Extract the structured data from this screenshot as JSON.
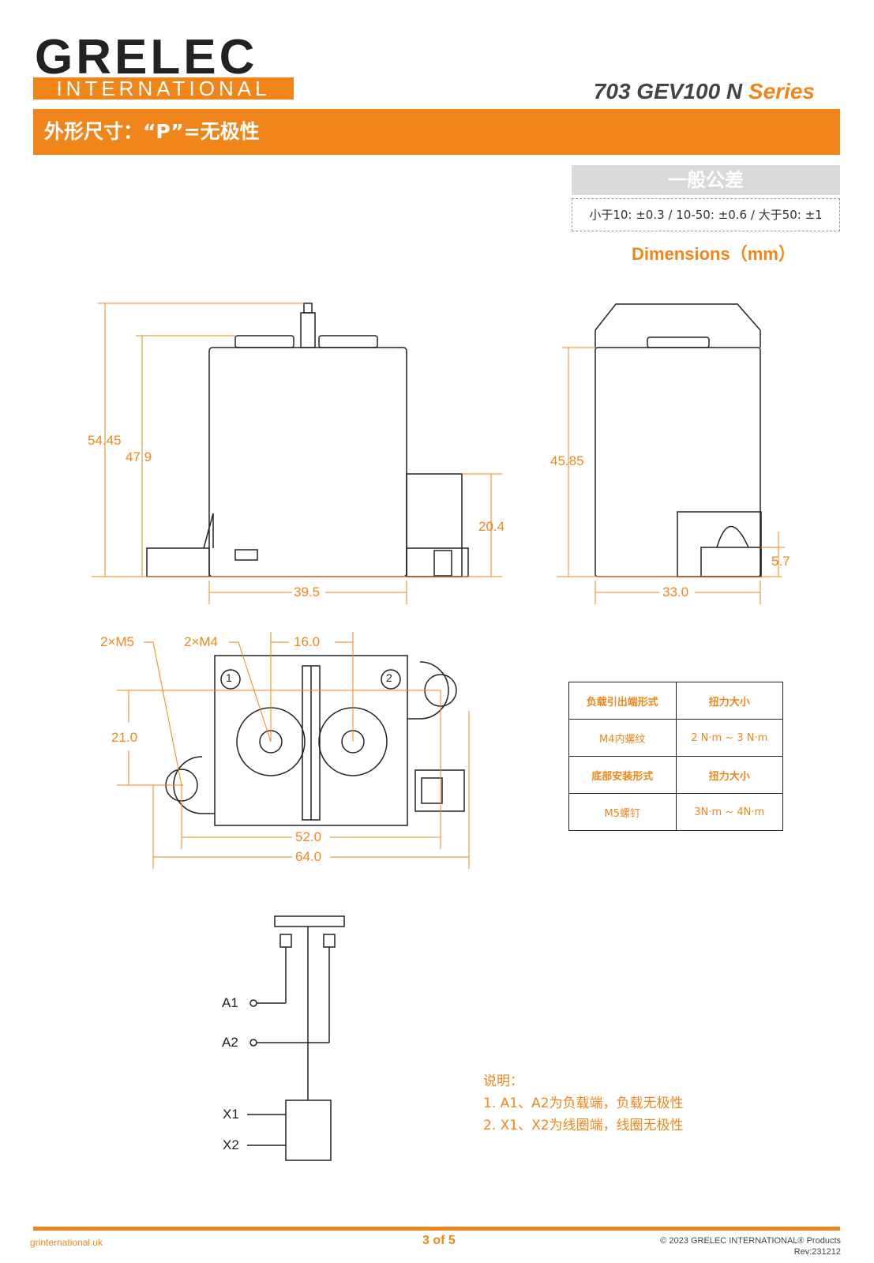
{
  "header": {
    "logo_main": "GRELEC",
    "logo_sub": "INTERNATIONAL",
    "series_prefix": "703 GEV100 N",
    "series_suffix": "Series",
    "title": "外形尺寸：“P”=无极性"
  },
  "tolerance": {
    "heading": "一般公差",
    "text": "小于10: ±0.3 / 10-50: ±0.6 / 大于50: ±1"
  },
  "dimensions_title": "Dimensions（mm）",
  "dims": {
    "d54_45": "54.45",
    "d47_9": "47.9",
    "d20_4": "20.4",
    "d39_5": "39.5",
    "d45_85": "45.85",
    "d5_7": "5.7",
    "d33_0": "33.0",
    "m5": "2×M5",
    "m4": "2×M4",
    "d16_0": "16.0",
    "d21_0": "21.0",
    "d52_0": "52.0",
    "d64_0": "64.0",
    "t1": "1",
    "t2": "2"
  },
  "torque_table": {
    "rows": [
      [
        "负载引出端形式",
        "扭力大小"
      ],
      [
        "M4内螺纹",
        "2 N·m ~ 3 N·m"
      ],
      [
        "底部安装形式",
        "扭力大小"
      ],
      [
        "M5螺钉",
        "3N·m ~ 4N·m"
      ]
    ]
  },
  "wiring": {
    "a1": "A1",
    "a2": "A2",
    "x1": "X1",
    "x2": "X2"
  },
  "notes": {
    "title": "说明：",
    "line1": "1. A1、A2为负载端，负载无极性",
    "line2": "2. X1、X2为线圈端，线圈无极性"
  },
  "footer": {
    "website": "grinternational.uk",
    "page": "3 of 5",
    "copyright": "© 2023  GRELEC INTERNATIONAL® Products",
    "rev": "Rev:231212"
  },
  "colors": {
    "accent": "#f0861a",
    "line": "#222222",
    "grey": "#d9d9d9"
  }
}
